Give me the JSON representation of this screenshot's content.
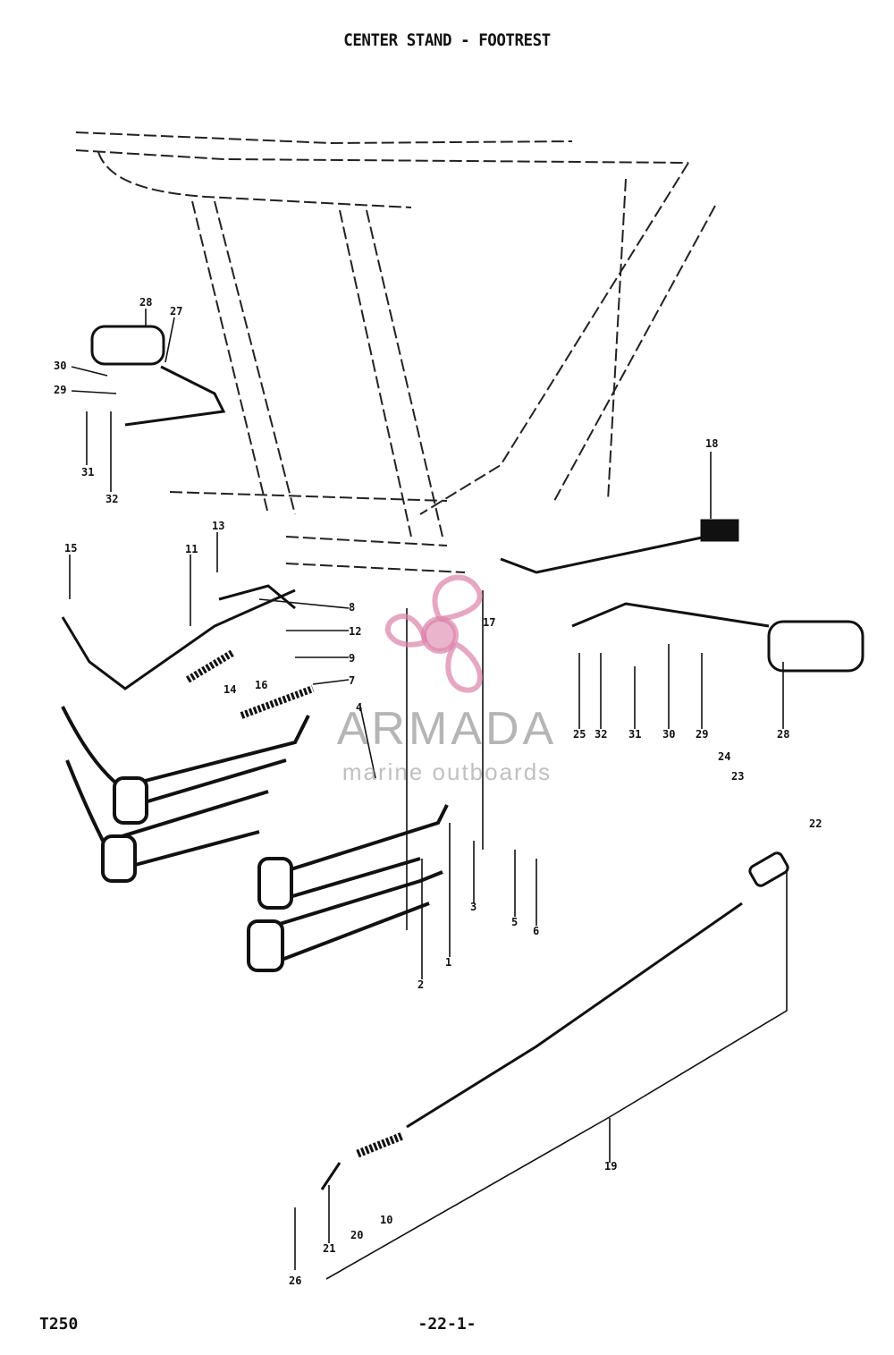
{
  "title": "CENTER STAND - FOOTREST",
  "footer": {
    "model": "T250",
    "page": "-22-1-"
  },
  "watermark": {
    "brand": "ARMADA",
    "tagline": "marine outboards"
  },
  "callouts": [
    "28",
    "27",
    "30",
    "29",
    "31",
    "32",
    "18",
    "13",
    "11",
    "15",
    "14",
    "8",
    "12",
    "9",
    "7",
    "4",
    "16",
    "17",
    "25",
    "32",
    "31",
    "30",
    "29",
    "28",
    "24",
    "23",
    "22",
    "3",
    "5",
    "6",
    "2",
    "1",
    "19",
    "21",
    "20",
    "10",
    "26"
  ]
}
